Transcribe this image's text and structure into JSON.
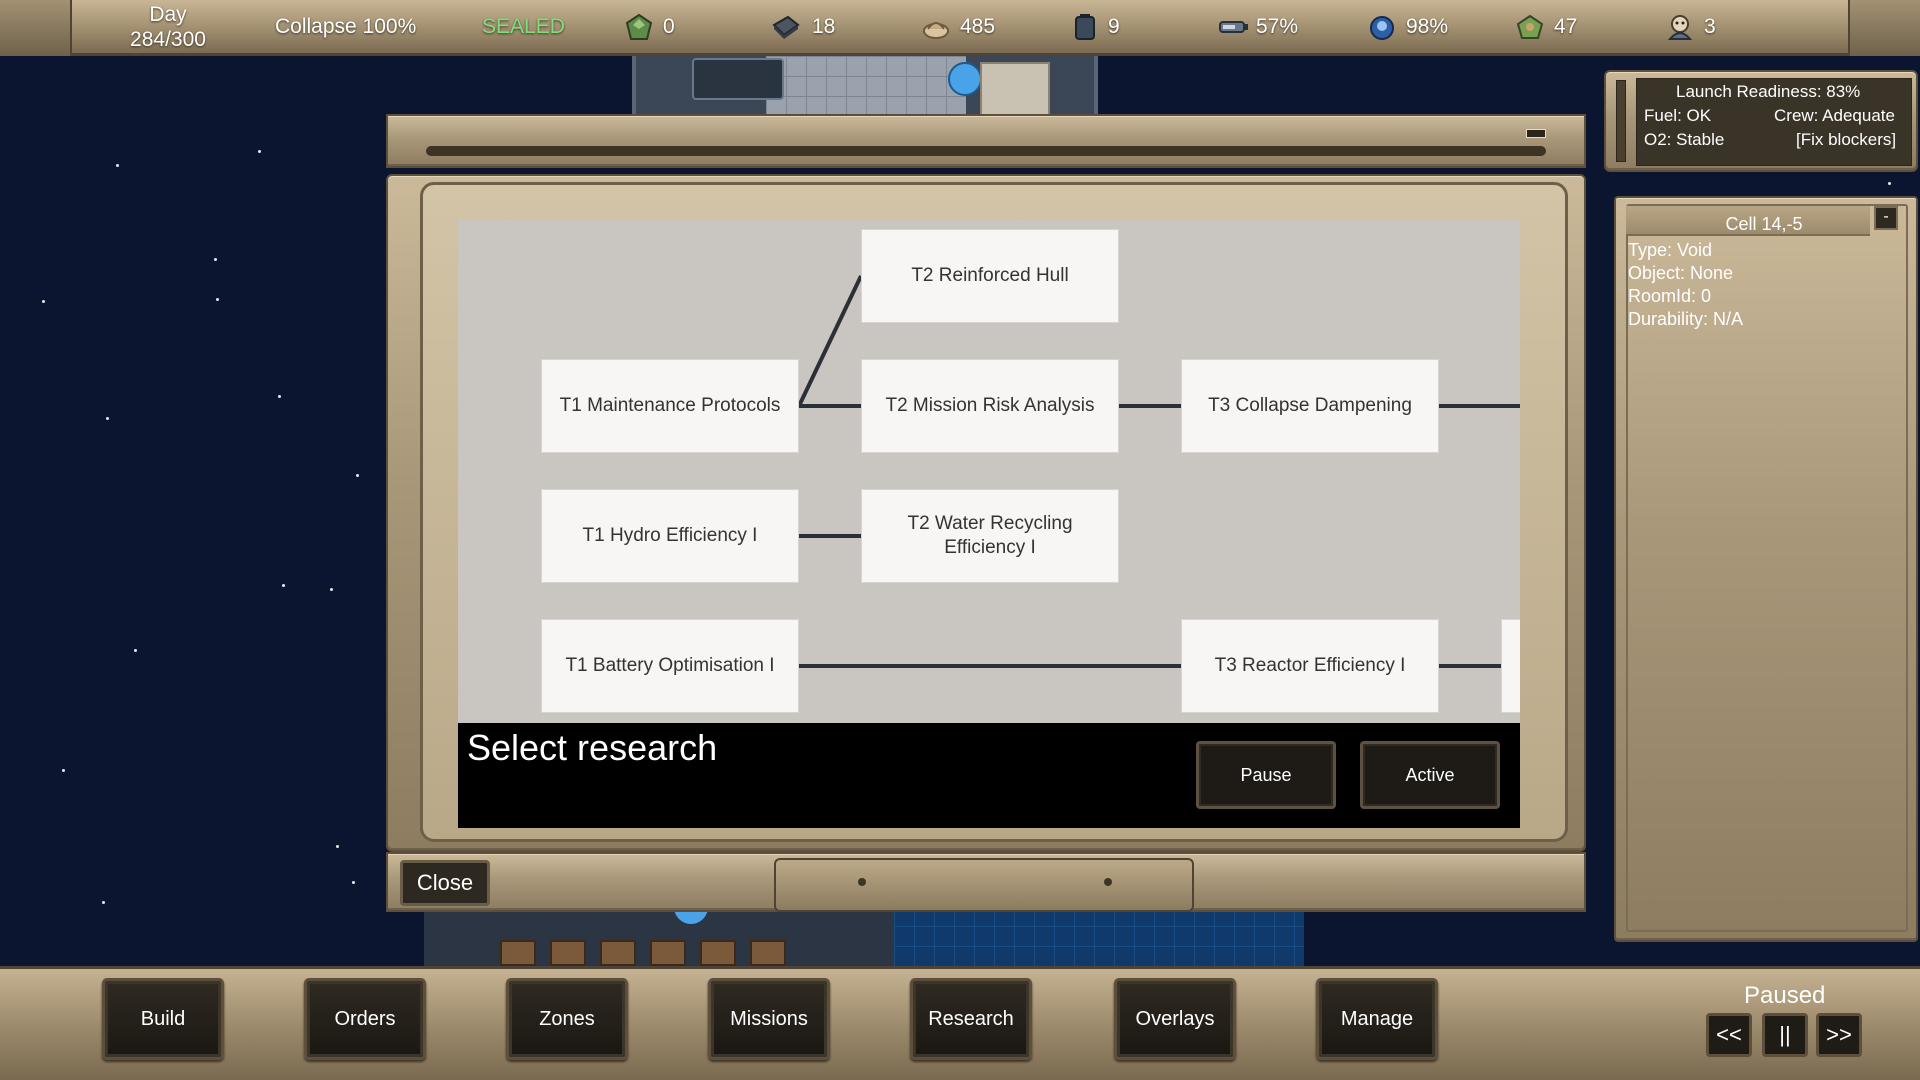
{
  "topbar": {
    "day_label": "Day",
    "day_value": "284/300",
    "collapse": "Collapse 100%",
    "sealed": "SEALED",
    "sealed_color": "#7fe07a",
    "resources": [
      {
        "icon": "ore-icon",
        "value": "0"
      },
      {
        "icon": "metal-plate-icon",
        "value": "18"
      },
      {
        "icon": "food-icon",
        "value": "485"
      },
      {
        "icon": "water-container-icon",
        "value": "9"
      },
      {
        "icon": "battery-icon",
        "value": "57%"
      },
      {
        "icon": "oxygen-icon",
        "value": "98%"
      },
      {
        "icon": "plant-icon",
        "value": "47"
      },
      {
        "icon": "crew-icon",
        "value": "3"
      }
    ]
  },
  "launch": {
    "readiness": "Launch Readiness: 83%",
    "fuel": "Fuel: OK",
    "crew": "Crew: Adequate",
    "o2": "O2: Stable",
    "fix": "[Fix blockers]"
  },
  "cell": {
    "title": "Cell 14,-5",
    "minimize": "-",
    "type": "Type: Void",
    "object": "Object: None",
    "room": "RoomId: 0",
    "durability": "Durability: N/A"
  },
  "research": {
    "nodes": {
      "reinforced_hull": "T2  Reinforced Hull",
      "maintenance": "T1  Maintenance Protocols",
      "mission_risk": "T2  Mission Risk Analysis",
      "collapse_damp": "T3  Collapse Dampening",
      "hydro": "T1  Hydro Efficiency I",
      "water_recycling": "T2  Water Recycling Efficiency I",
      "battery": "T1  Battery Optimisation I",
      "reactor": "T3  Reactor Efficiency I"
    },
    "status": "Select research",
    "pause_btn": "Pause",
    "active_btn": "Active",
    "close_btn": "Close"
  },
  "bottombar": {
    "buttons": [
      "Build",
      "Orders",
      "Zones",
      "Missions",
      "Research",
      "Overlays",
      "Manage"
    ],
    "paused": "Paused",
    "slower": "<<",
    "pause": "||",
    "faster": ">>"
  }
}
